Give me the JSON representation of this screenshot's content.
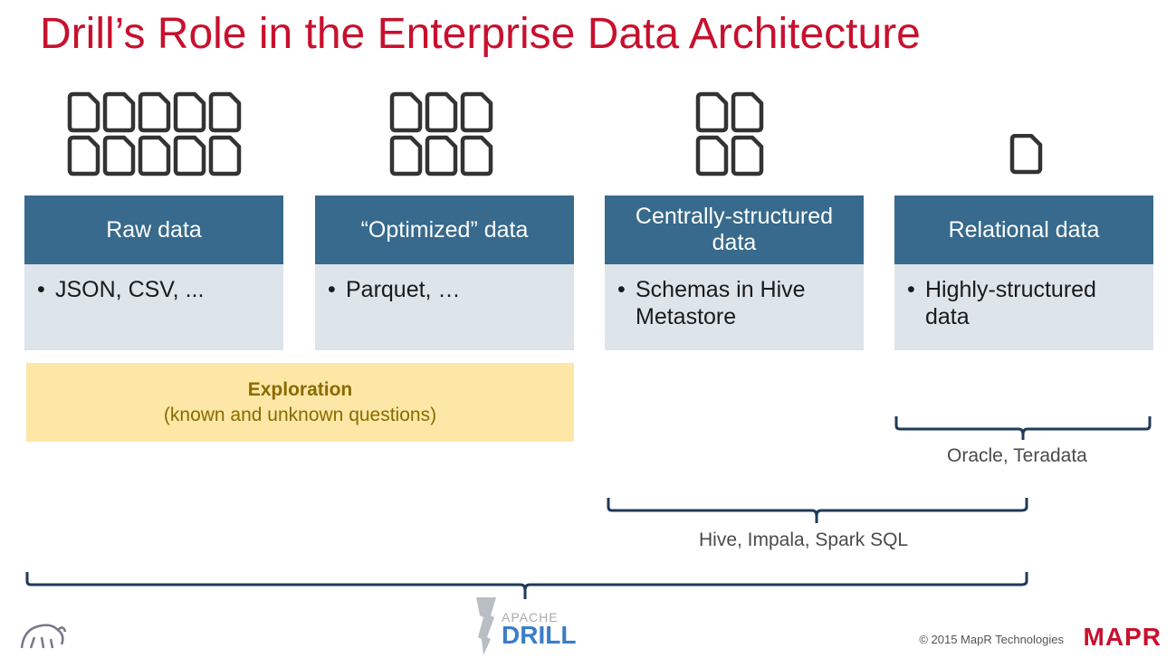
{
  "title": "Drill’s Role in the Enterprise Data Architecture",
  "columns": [
    {
      "header": "Raw data",
      "bullet": "JSON, CSV, ...",
      "icon_count": 10
    },
    {
      "header": "“Optimized” data",
      "bullet": "Parquet, …",
      "icon_count": 6
    },
    {
      "header": "Centrally-structured data",
      "bullet_lines": [
        "Schemas in Hive",
        "Metastore"
      ],
      "icon_count": 4
    },
    {
      "header": "Relational data",
      "bullet_lines": [
        "Highly-structured",
        "data"
      ],
      "icon_count": 1
    }
  ],
  "exploration": {
    "heading": "Exploration",
    "subtitle": "(known and unknown  questions)"
  },
  "brackets": {
    "relational": "Oracle, Teradata",
    "central": "Hive, Impala, Spark SQL"
  },
  "footer": {
    "copyright": "© 2015 MapR Technologies",
    "brand": "MAPR"
  },
  "drill_logo": {
    "line1": "APACHE",
    "line2": "DRILL"
  },
  "colors": {
    "title": "#c8102e",
    "header": "#376a8c",
    "body": "#dde4ea",
    "exploration": "#fde7a6",
    "bracket": "#1f3a5a"
  }
}
